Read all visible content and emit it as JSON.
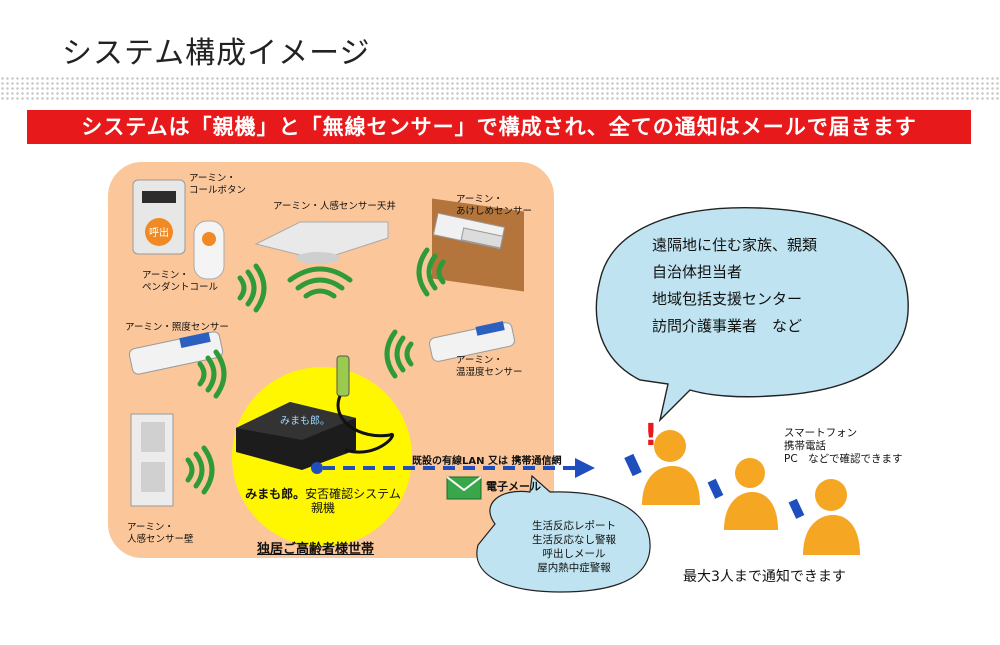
{
  "title": "システム構成イメージ",
  "banner": "システムは「親機」と「無線センサー」で構成され、全ての通知はメールで届きます",
  "devices": {
    "call_button": "アーミン・\nコールボタン",
    "call_button_text": "呼出",
    "pendant": "アーミン・\nペンダントコール",
    "ceiling_sensor": "アーミン・人感センサー天井",
    "door_sensor": "アーミン・\nあけしめセンサー",
    "light_sensor": "アーミン・照度センサー",
    "humidity_sensor": "アーミン・\n温湿度センサー",
    "wall_sensor": "アーミン・\n人感センサー壁"
  },
  "hub": {
    "brand": "みまも郎。",
    "name": "安否確認システム",
    "sub": "親機",
    "device_text": "みまも郎。"
  },
  "household": "独居ご高齢者様世帯",
  "network": {
    "text": "既設の有線LAN 又は 携帯通信網"
  },
  "email": {
    "label": "電子メール"
  },
  "notifications": [
    "生活反応レポート",
    "生活反応なし警報",
    "呼出しメール",
    "屋内熱中症警報"
  ],
  "recipients": [
    "遠隔地に住む家族、親類",
    "自治体担当者",
    "地域包括支援センター",
    "訪問介護事業者　など"
  ],
  "devices_check": [
    "スマートフォン",
    "携帯電話",
    "PC　などで確認できます"
  ],
  "alert_mark": "!",
  "max_notify": "最大3人まで通知できます",
  "colors": {
    "banner": "#e8191b",
    "house_bg": "#fbc79a",
    "hub_circle": "#fff700",
    "person": "#f5a623",
    "wave": "#2e9a3a",
    "arrow": "#1f4fbf",
    "bubble": "#bfe3f0"
  }
}
